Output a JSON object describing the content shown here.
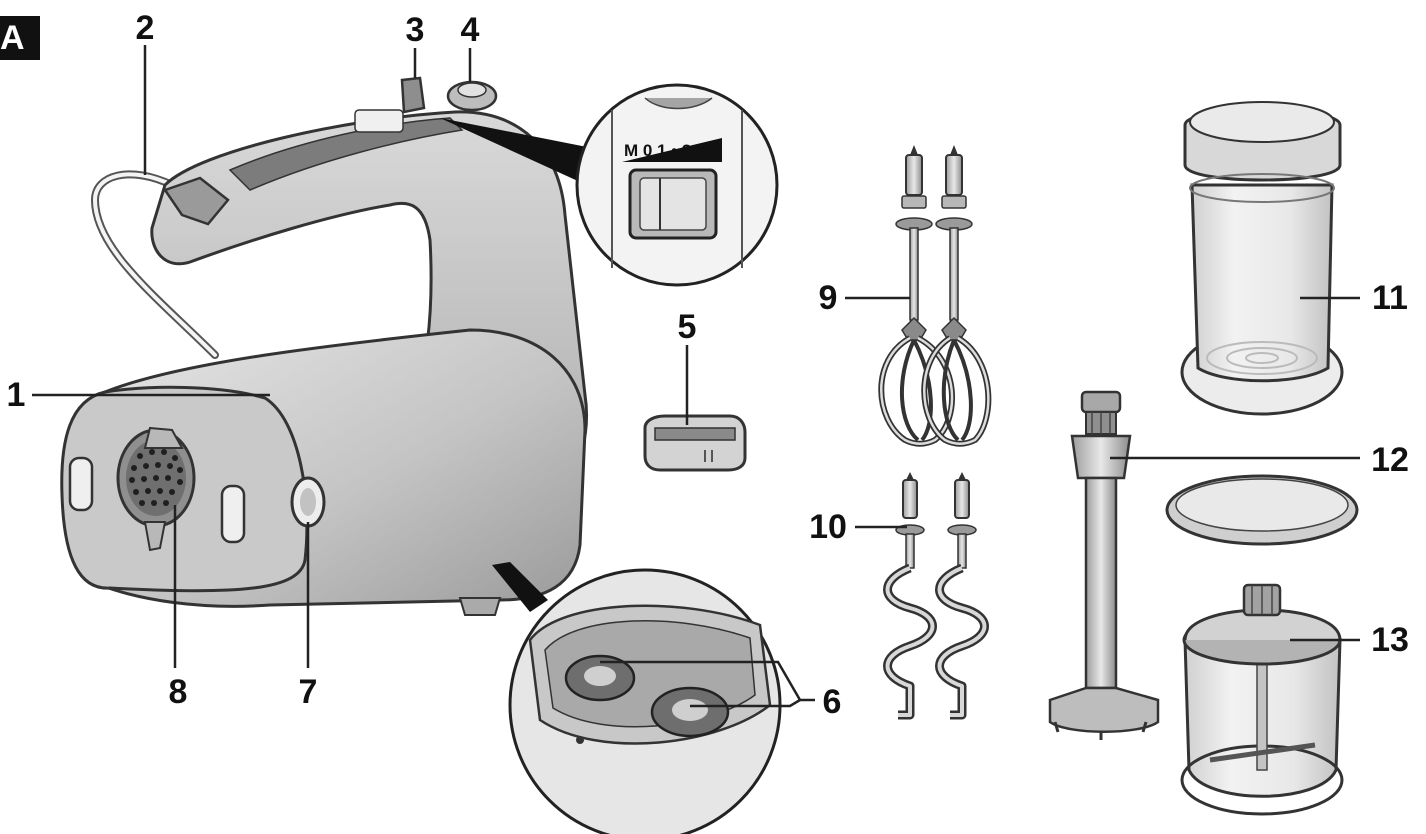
{
  "figure": {
    "panel_label": "A",
    "dial_scale": "M 0 1 • 3 • 5",
    "callouts": [
      {
        "id": "1",
        "text": "1"
      },
      {
        "id": "2",
        "text": "2"
      },
      {
        "id": "3",
        "text": "3"
      },
      {
        "id": "4",
        "text": "4"
      },
      {
        "id": "5",
        "text": "5"
      },
      {
        "id": "6",
        "text": "6"
      },
      {
        "id": "7",
        "text": "7"
      },
      {
        "id": "8",
        "text": "8"
      },
      {
        "id": "9",
        "text": "9"
      },
      {
        "id": "10",
        "text": "10"
      },
      {
        "id": "11",
        "text": "11"
      },
      {
        "id": "12",
        "text": "12"
      },
      {
        "id": "13",
        "text": "13"
      }
    ]
  }
}
